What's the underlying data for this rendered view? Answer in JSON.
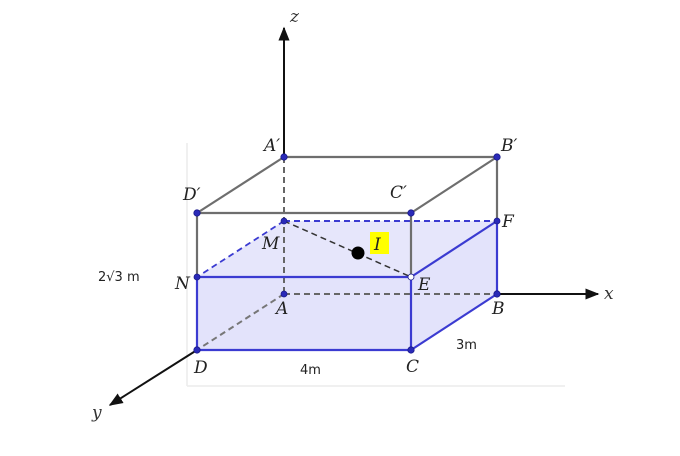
{
  "diagram": {
    "type": "3d-box-water-tank",
    "axes": {
      "x": "x",
      "y": "y",
      "z": "z"
    },
    "points": {
      "A_prime": "A′",
      "B_prime": "B′",
      "C_prime": "C′",
      "D_prime": "D′",
      "M": "M",
      "F": "F",
      "N": "N",
      "E": "E",
      "A": "A",
      "B": "B",
      "C": "C",
      "D": "D",
      "I": "I"
    },
    "dimensions": {
      "height": "2√3 m",
      "length": "4m",
      "width": "3m"
    },
    "colors": {
      "water_fill": "#e3e3fb",
      "water_edge": "#3b3bd1",
      "box_edge": "#6e6e6e",
      "axis": "#111111",
      "vertex": "#2a2ab8",
      "highlight": "#ffff00"
    }
  }
}
